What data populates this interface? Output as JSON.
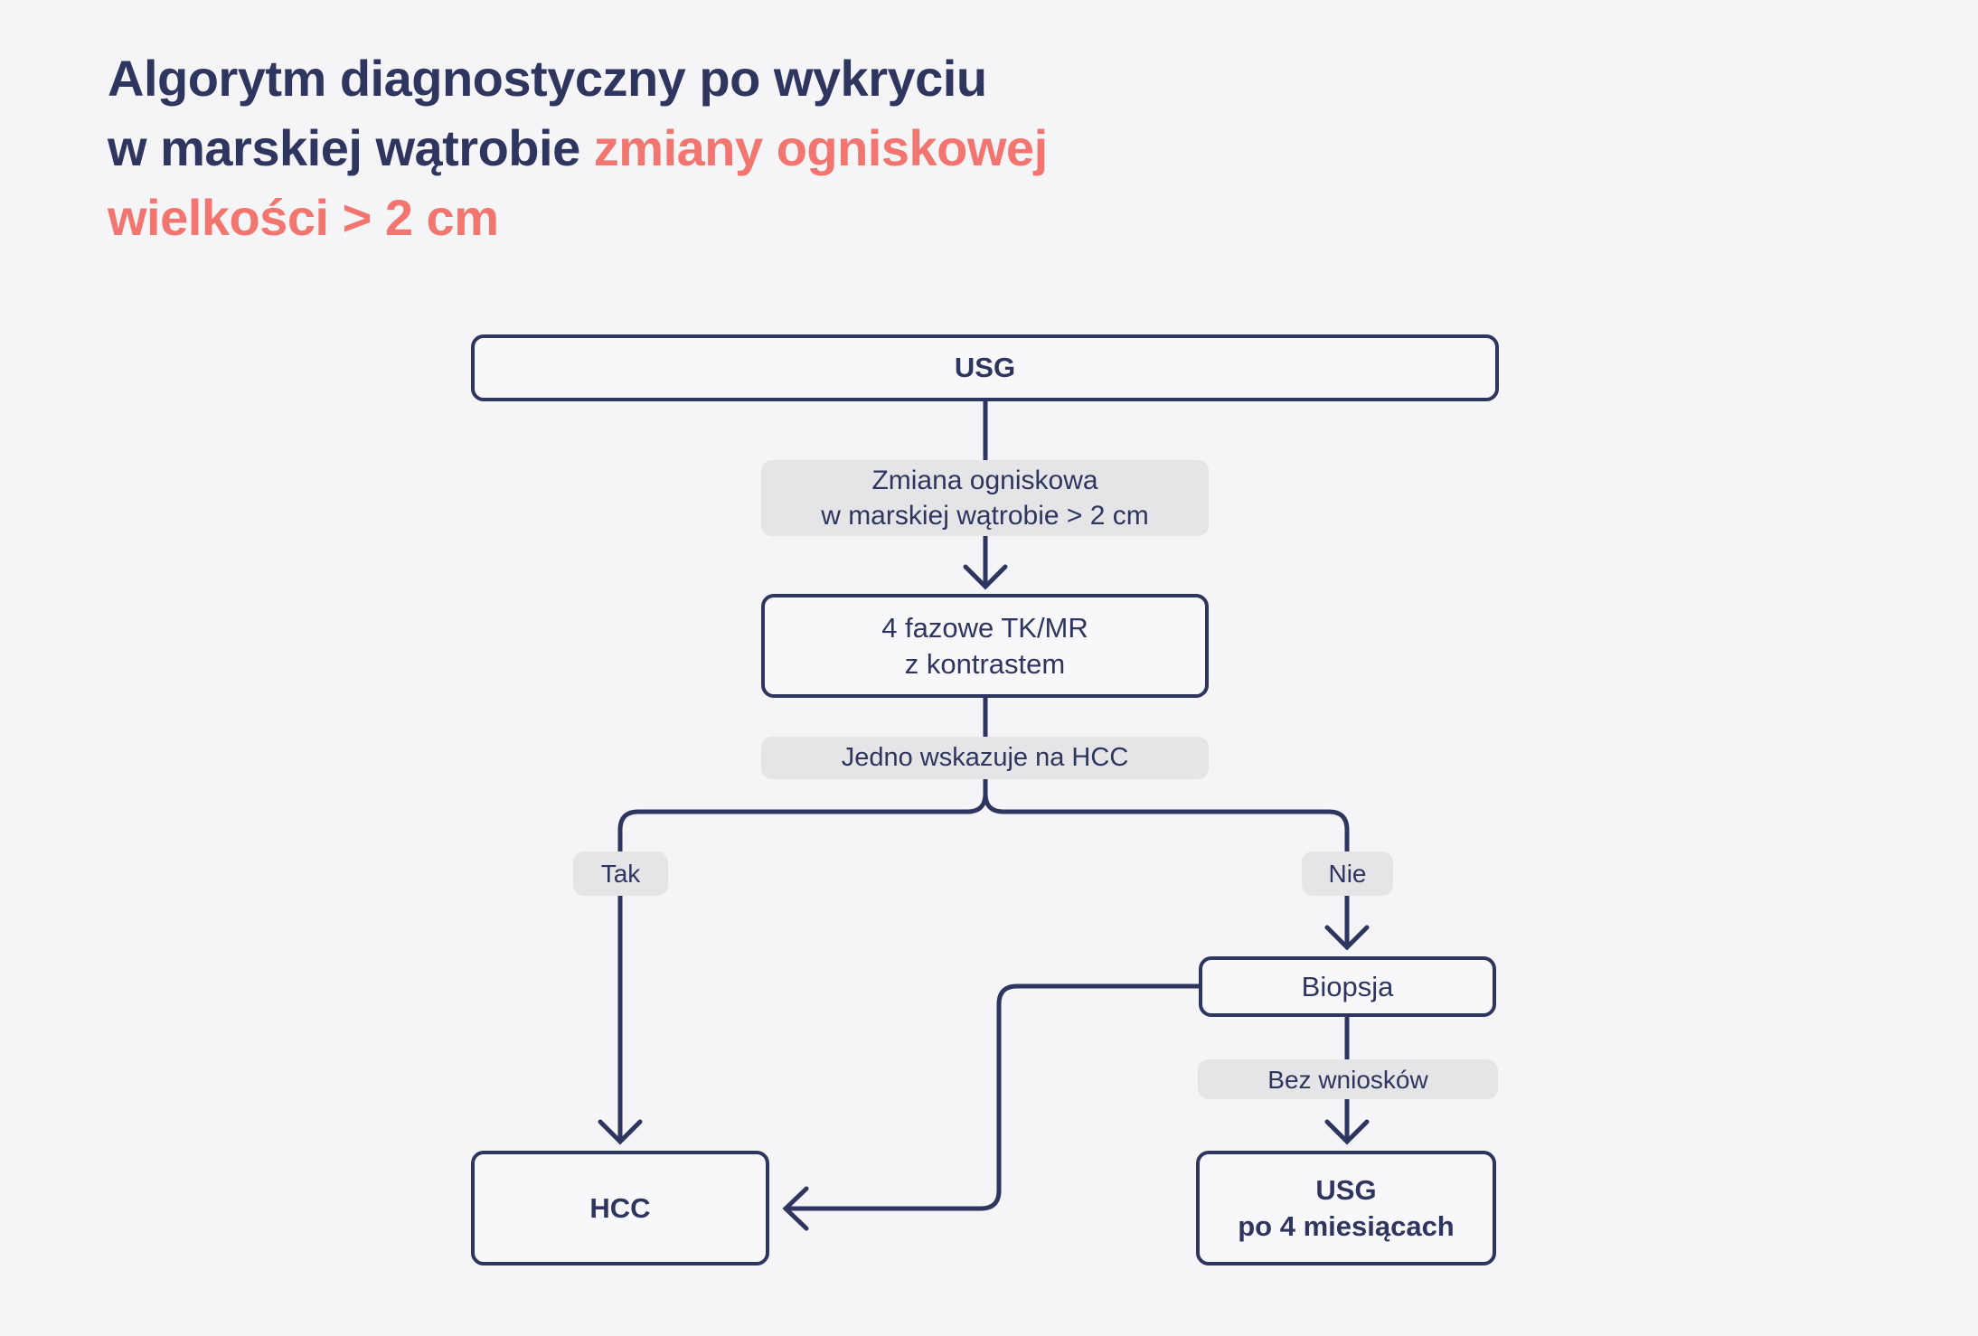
{
  "colors": {
    "navy": "#2e355e",
    "coral": "#f2756f",
    "badge_gray": "#e5e4e7",
    "background": "#f5f4f6"
  },
  "title": {
    "line1": "Algorytm diagnostyczny po wykryciu",
    "line2_dark": "w marskiej wątrobie ",
    "line2_accent": "zmiany ogniskowej",
    "line3_accent": "wielkości > 2 cm"
  },
  "flow": {
    "usg": {
      "label": "USG"
    },
    "zmiana": {
      "line1": "Zmiana ogniskowa",
      "line2": "w marskiej wątrobie > 2 cm"
    },
    "tkmr": {
      "line1": "4 fazowe TK/MR",
      "line2": "z kontrastem"
    },
    "jedno": {
      "label": "Jedno wskazuje na HCC"
    },
    "tak": {
      "label": "Tak"
    },
    "nie": {
      "label": "Nie"
    },
    "biopsja": {
      "label": "Biopsja"
    },
    "bez": {
      "label": "Bez wniosków"
    },
    "hcc": {
      "label": "HCC"
    },
    "usg4": {
      "line1": "USG",
      "line2": "po 4 miesiącach"
    }
  }
}
